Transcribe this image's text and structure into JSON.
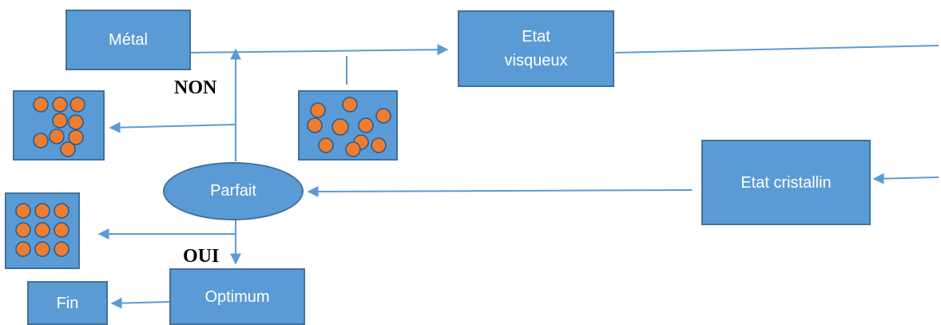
{
  "nodes": {
    "metal": "Métal",
    "viscous_line1": "Etat",
    "viscous_line2": "visqueux",
    "crystalline": "Etat cristallin",
    "perfect": "Parfait",
    "optimum": "Optimum",
    "end": "Fin"
  },
  "decision_labels": {
    "no": "NON",
    "yes": "OUI"
  },
  "illustrations": {
    "viscous_atoms": "disordered-atoms",
    "defect_atoms": "defective-crystal",
    "perfect_atoms": "perfect-crystal"
  },
  "colors": {
    "box_fill": "#5b9bd5",
    "box_border": "#41719c",
    "atom_fill": "#ed7d31",
    "text_on_box": "#ffffff"
  }
}
